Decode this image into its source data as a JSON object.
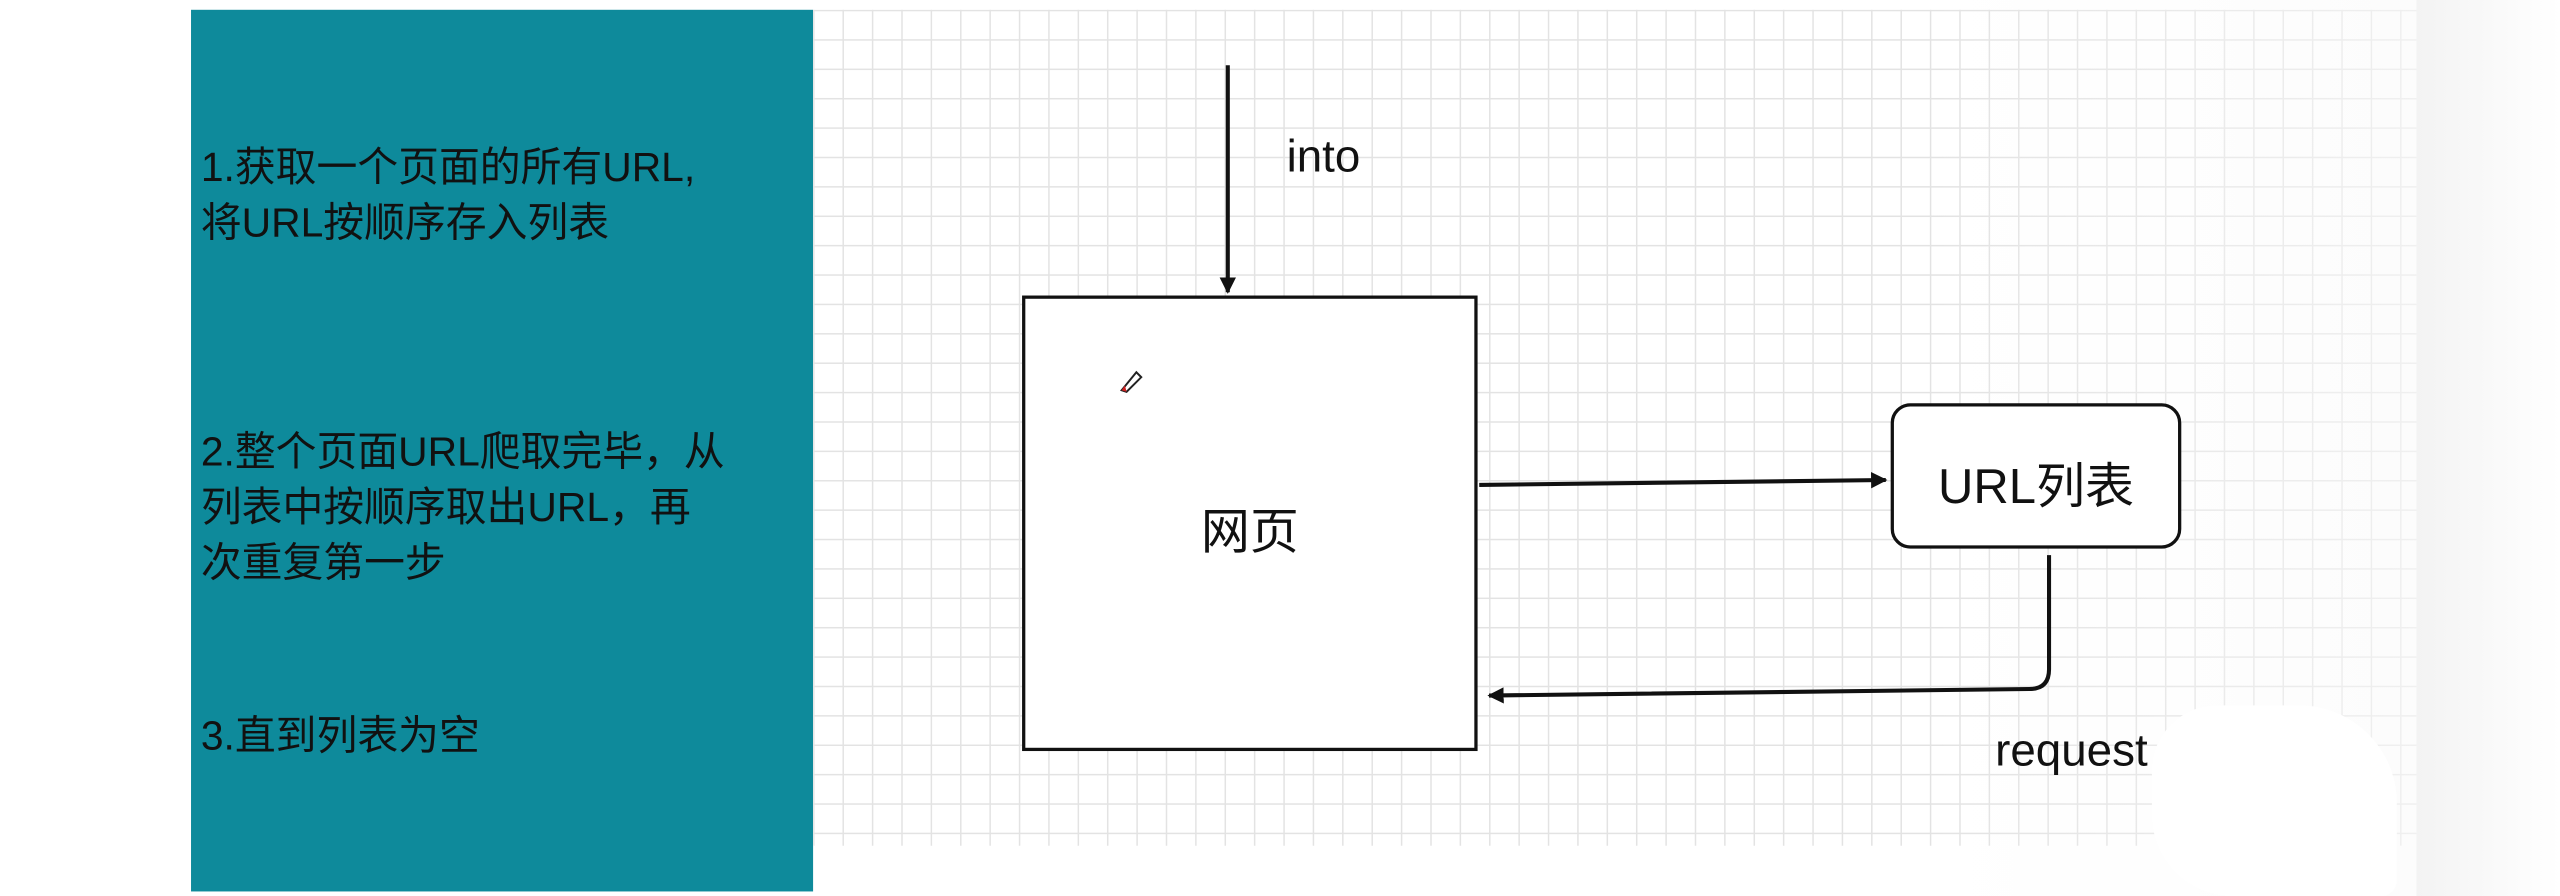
{
  "steps": [
    "1.获取一个页面的所有URL,\n将URL按顺序存入列表",
    "2.整个页面URL爬取完毕，从\n列表中按顺序取出URL，再\n次重复第一步",
    "3.直到列表为空"
  ],
  "diagram": {
    "webpage_label": "网页",
    "url_list_label": "URL列表",
    "into_label": "into",
    "request_label": "request"
  },
  "colors": {
    "sidebar": "#0e8a9b",
    "grid": "#e3e3e3",
    "stroke": "#111111"
  },
  "icons": [
    "pen-cursor-icon"
  ]
}
